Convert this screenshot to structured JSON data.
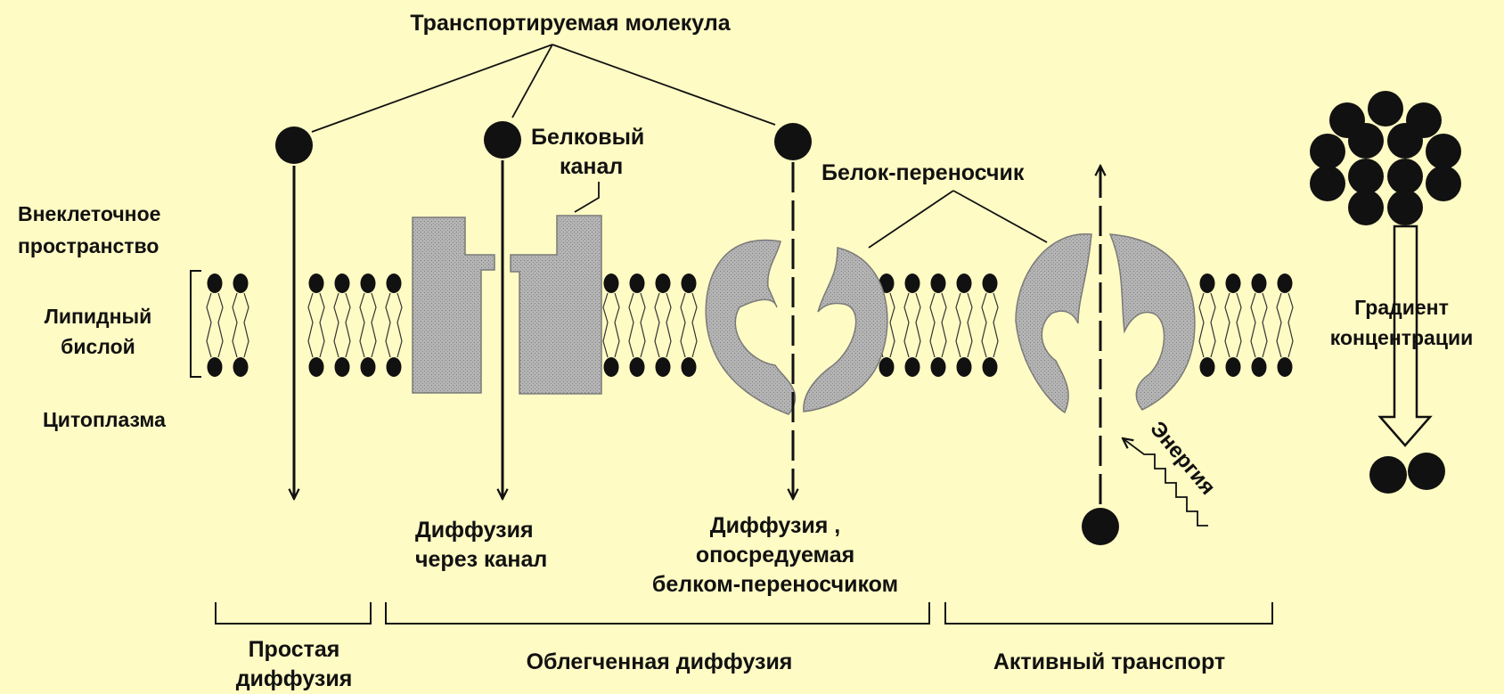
{
  "labels": {
    "transported_molecule": "Транспортируемая  молекула",
    "protein_channel": [
      "Белковый",
      "канал"
    ],
    "carrier_protein": "Белок-переносчик",
    "extracellular": [
      "Внеклеточное",
      "пространство"
    ],
    "lipid_bilayer": [
      "Липидный",
      "бислой"
    ],
    "cytoplasm": "Цитоплазма",
    "concentration_gradient": [
      "Градиент",
      "концентрации"
    ],
    "energy": "Энергия",
    "channel_diffusion": [
      "Диффузия",
      "через канал"
    ],
    "carrier_diffusion": [
      "Диффузия ,",
      "опосредуемая",
      "белком-переносчиком"
    ]
  },
  "categories": {
    "simple": [
      "Простая",
      "диффузия"
    ],
    "facilitated": "Облегченная диффузия",
    "active": "Активный транспорт"
  },
  "colors": {
    "background": "#FFFBC4",
    "ink": "#111111",
    "protein": "#A8A8A8"
  }
}
